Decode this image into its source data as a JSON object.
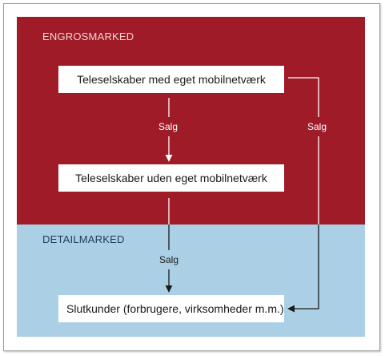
{
  "zones": {
    "wholesale_label": "ENGROSMARKED",
    "retail_label": "DETAILMARKED"
  },
  "nodes": {
    "mno": "Teleselskaber med eget mobilnetværk",
    "mvno": "Teleselskaber uden eget mobilnetværk",
    "end_customers": "Slutkunder (forbrugere, virksomheder m.m.)"
  },
  "flows": {
    "mno_to_mvno": "Salg",
    "mno_to_end_customers": "Salg",
    "mvno_to_end_customers": "Salg"
  },
  "colors": {
    "wholesale_bg": "#9e1b27",
    "retail_bg": "#abd0e5",
    "box_bg": "#ffffff"
  }
}
